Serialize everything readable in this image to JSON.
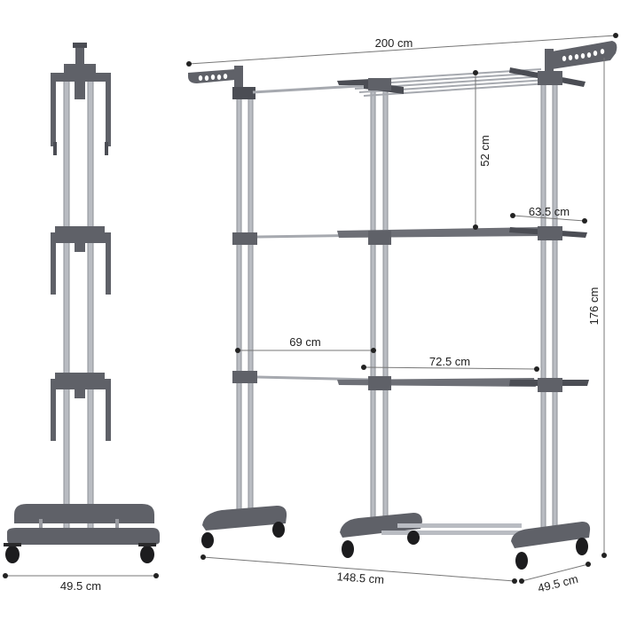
{
  "product": "3-tier foldable clothes drying rack with wheels",
  "colors": {
    "frame": "#5f6168",
    "frame_dark": "#4b4d54",
    "pole": "#b9bcc2",
    "pole_edge": "#8d9097",
    "wheel": "#1c1c1e",
    "dimension_line": "#777777",
    "dimension_dot": "#222222",
    "label": "#222222"
  },
  "views": {
    "side": {
      "name": "Side view"
    },
    "front": {
      "name": "Perspective view"
    }
  },
  "dimensions": {
    "total_width": "200 cm",
    "tier_height": "52 cm",
    "wing_length": "63.5 cm",
    "top_to_center": "69 cm",
    "shelf_length": "72.5 cm",
    "total_height": "176 cm",
    "base_length": "148.5 cm",
    "depth_front": "49.5 cm",
    "depth_side": "49.5 cm"
  }
}
